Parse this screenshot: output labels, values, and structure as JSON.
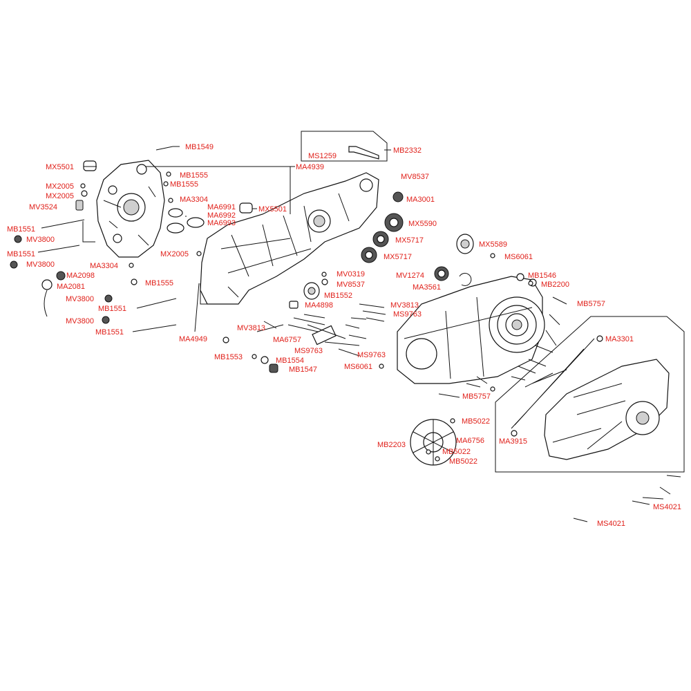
{
  "colors": {
    "label": "#e0201a",
    "line": "#111111"
  },
  "labels": {
    "MB1549": "MB1549",
    "MX5501_a": "MX5501",
    "MB1555_a": "MB1555",
    "MB1555_b": "MB1555",
    "MX2005_a": "MX2005",
    "MX2005_b": "MX2005",
    "MV3524": "MV3524",
    "MA3304_a": "MA3304",
    "MA6991": "MA6991",
    "MA6992": "MA6992",
    "MA6993": "MA6993",
    "MX5501_b": "MX5501",
    "MB1551_a": "MB1551",
    "MV3800_a": "MV3800",
    "MB1551_b": "MB1551",
    "MV3800_b": "MV3800",
    "MA3304_b": "MA3304",
    "MX2005_c": "MX2005",
    "MA2098": "MA2098",
    "MA2081": "MA2081",
    "MB1555_c": "MB1555",
    "MV3800_c": "MV3800",
    "MB1551_c": "MB1551",
    "MV3800_d": "MV3800",
    "MB1551_d": "MB1551",
    "MS1259": "MS1259",
    "MB2332": "MB2332",
    "MA4939": "MA4939",
    "MV8537_a": "MV8537",
    "MA3001": "MA3001",
    "MX5590": "MX5590",
    "MX5717_a": "MX5717",
    "MX5717_b": "MX5717",
    "MX5589": "MX5589",
    "MS6061_a": "MS6061",
    "MV0319": "MV0319",
    "MV8537_b": "MV8537",
    "MV1274": "MV1274",
    "MA3561": "MA3561",
    "MB1546": "MB1546",
    "MB2200": "MB2200",
    "MB1552": "MB1552",
    "MA4898": "MA4898",
    "MV3813_a": "MV3813",
    "MS9763_a": "MS9763",
    "MB5757_a": "MB5757",
    "MV3813_b": "MV3813",
    "MA6757": "MA6757",
    "MS9763_b": "MS9763",
    "MS9763_c": "MS9763",
    "MA4949": "MA4949",
    "MB1553": "MB1553",
    "MB1554": "MB1554",
    "MB1547": "MB1547",
    "MS6061_b": "MS6061",
    "MA3301": "MA3301",
    "MB5757_b": "MB5757",
    "MB5022_a": "MB5022",
    "MB2203": "MB2203",
    "MA6756": "MA6756",
    "MA3915": "MA3915",
    "MB5022_b": "MB5022",
    "MB5022_c": "MB5022",
    "MS4021_a": "MS4021",
    "MS4021_b": "MS4021"
  }
}
